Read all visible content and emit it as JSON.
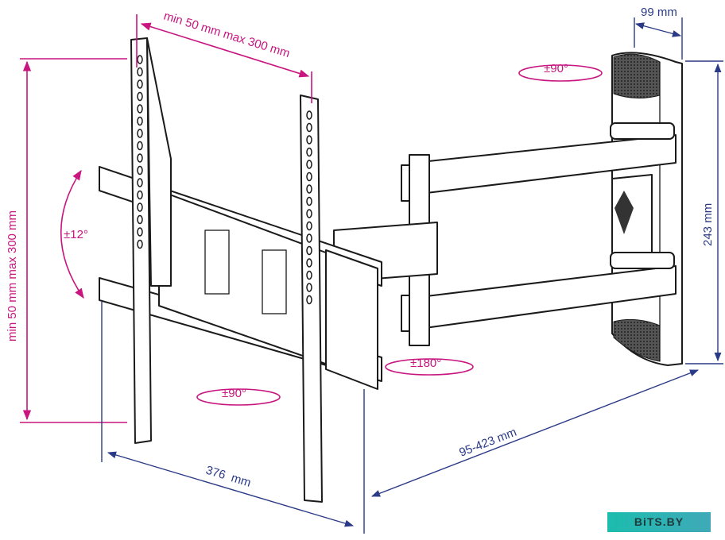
{
  "dimensions": {
    "vesa_horizontal": "min 50 mm max 300 mm",
    "vesa_vertical": "min 50 mm max 300 mm",
    "wall_plate_depth": "99 mm",
    "wall_plate_height": "243 mm",
    "extension": "95-423 mm",
    "bracket_width": "376  mm"
  },
  "rotations": {
    "tilt": "±12°",
    "swivel_wall": "±90°",
    "swivel_arm": "±180°",
    "rotation_screen": "±90°"
  },
  "colors": {
    "magenta": "#c8157f",
    "blue": "#2b3a86"
  },
  "watermark": "BiTS.BY"
}
